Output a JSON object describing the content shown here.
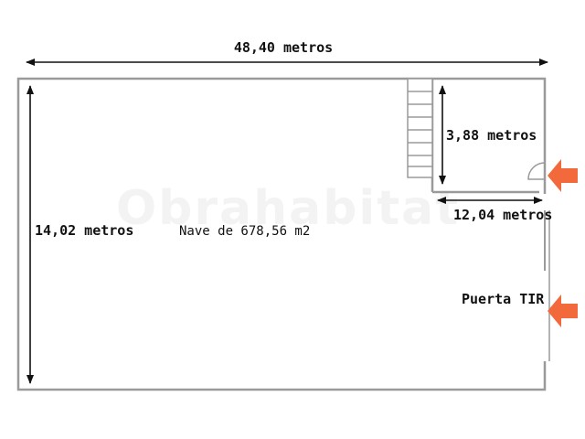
{
  "dimensions": {
    "total_length": "48,40 metros",
    "total_width": "14,02 metros",
    "office_height": "3,88 metros",
    "office_width": "12,04 metros"
  },
  "labels": {
    "nave": "Nave de 678,56 m2",
    "puerta": "Puerta TIR"
  },
  "watermark": "Obrahabitat",
  "colors": {
    "wall": "#9a9a9a",
    "dimension_line": "#111111",
    "entrance_arrow": "#f26a3c"
  },
  "icons": [
    "entrance-arrow-icon",
    "entrance-arrow-icon"
  ]
}
